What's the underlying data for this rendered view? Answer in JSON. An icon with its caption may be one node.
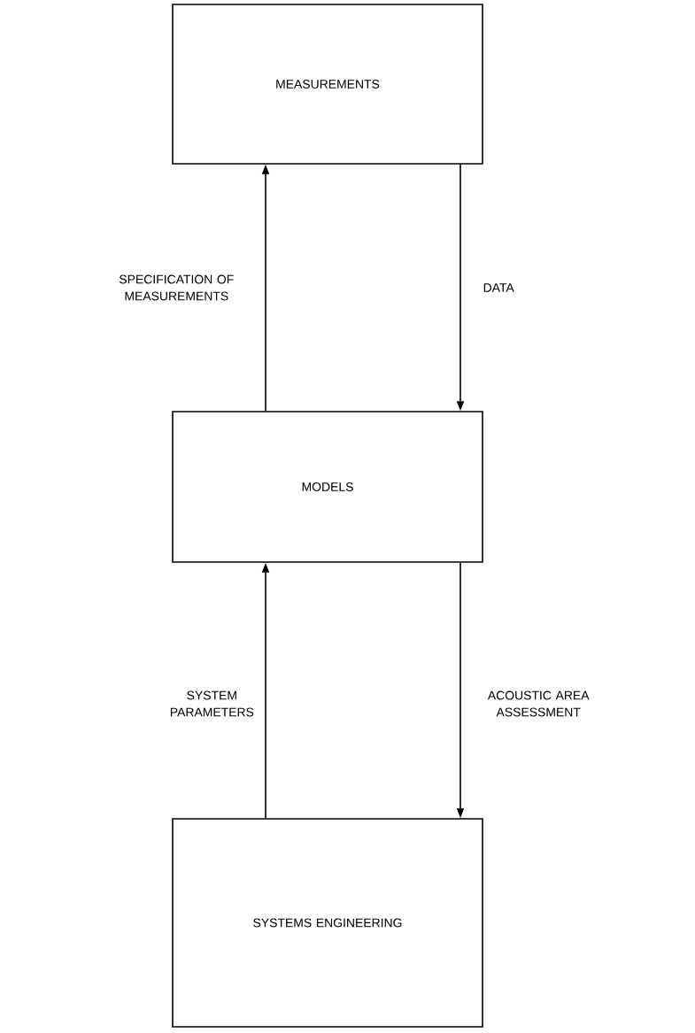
{
  "diagram": {
    "nodes": [
      {
        "text": [
          "MEASUREMENTS"
        ]
      },
      {
        "text": [
          "MODELS"
        ]
      },
      {
        "text": [
          "SYSTEMS ENGINEERING"
        ]
      }
    ],
    "edges": [
      {
        "from": 1,
        "to": 0,
        "arrow": "to",
        "label": "SPECIFICATION OF MEASUREMENTS"
      },
      {
        "from": 0,
        "to": 1,
        "arrow": "to",
        "label": "DATA"
      },
      {
        "from": 2,
        "to": 1,
        "arrow": "to",
        "label": "SYSTEM PARAMETERS"
      },
      {
        "from": 1,
        "to": 2,
        "arrow": "to",
        "label": "ACOUSTIC AREA ASSESSMENT"
      }
    ]
  }
}
